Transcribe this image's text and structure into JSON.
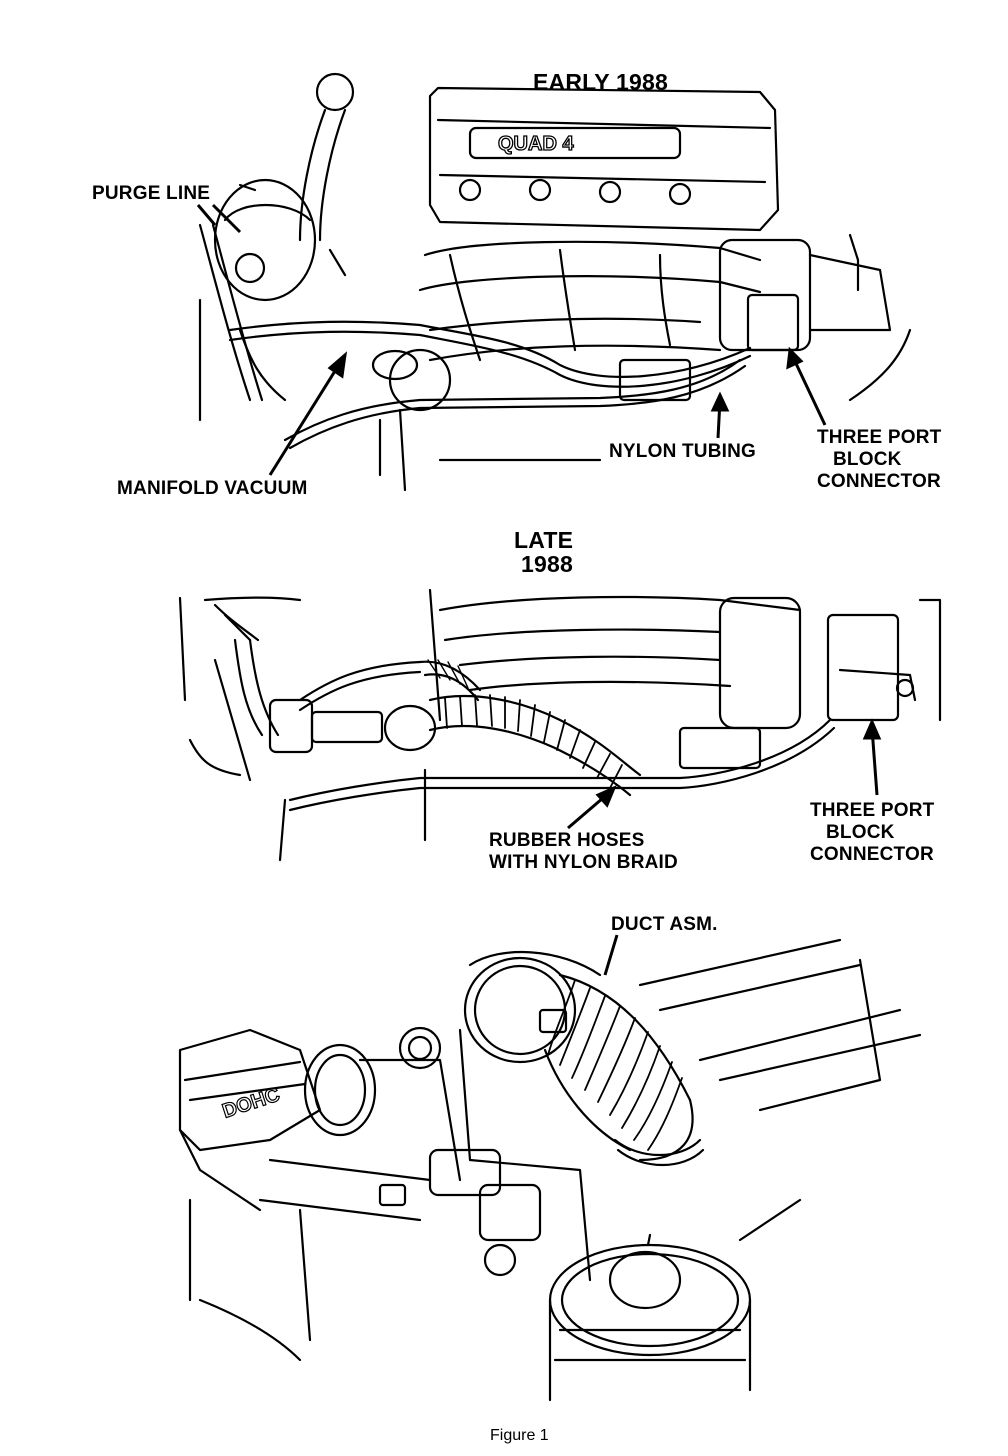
{
  "early": {
    "title": "EARLY 1988",
    "labels": {
      "purge_line": "PURGE LINE",
      "manifold_vacuum": "MANIFOLD VACUUM",
      "nylon_tubing": "NYLON TUBING",
      "three_port_1": "THREE PORT",
      "three_port_2": "BLOCK",
      "three_port_3": "CONNECTOR"
    },
    "engine_lettering": "QUAD 4"
  },
  "late": {
    "title_line1": "LATE",
    "title_line2": "1988",
    "labels": {
      "rubber_hoses_1": "RUBBER HOSES",
      "rubber_hoses_2": "WITH NYLON BRAID",
      "three_port_1": "THREE PORT",
      "three_port_2": "BLOCK",
      "three_port_3": "CONNECTOR"
    }
  },
  "duct": {
    "label": "DUCT ASM.",
    "engine_lettering": "DOHC"
  },
  "caption": "Figure 1"
}
